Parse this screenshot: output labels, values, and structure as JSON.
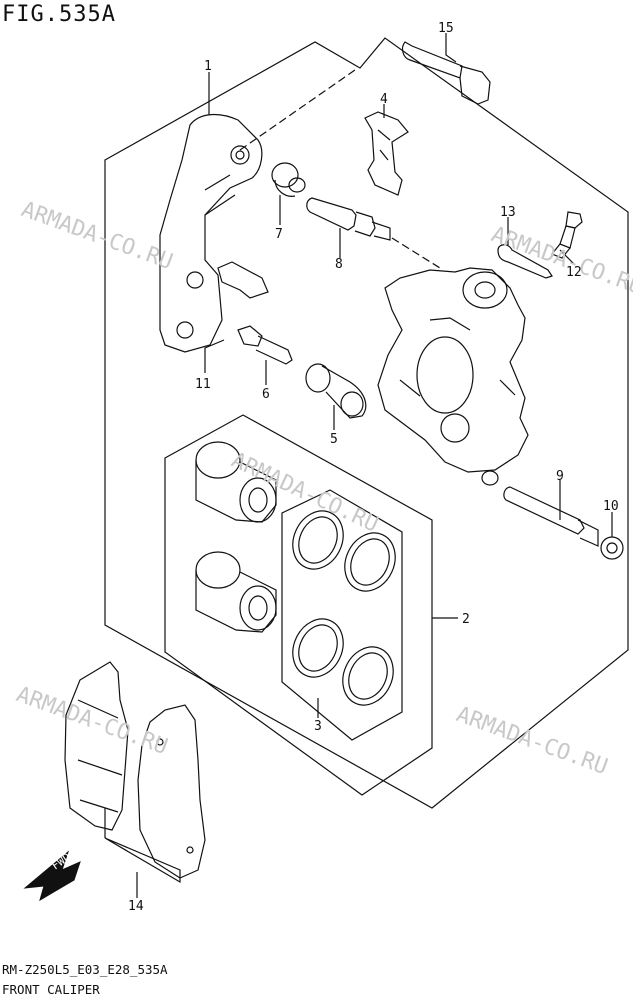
{
  "figure": {
    "title": "FIG.535A"
  },
  "footer": {
    "code": "RM-Z250L5_E03_E28_535A",
    "name": "FRONT CALIPER"
  },
  "watermark": {
    "text": "ARMADA-CO.RU",
    "color": "#c8c8c8"
  },
  "fwd_arrow": {
    "label": "FWD"
  },
  "callouts": {
    "c1": "1",
    "c2": "2",
    "c3": "3",
    "c4": "4",
    "c5": "5",
    "c6": "6",
    "c7": "7",
    "c8": "8",
    "c9": "9",
    "c10": "10",
    "c11": "11",
    "c12": "12",
    "c13": "13",
    "c14": "14",
    "c15": "15"
  }
}
